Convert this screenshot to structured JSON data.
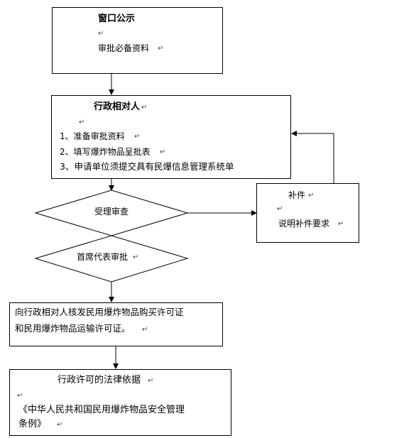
{
  "box_window": {
    "title": "窗口公示",
    "line1": "审批必备资料"
  },
  "box_applicant": {
    "title": "行政相对人",
    "items": [
      "1、准备审批资料",
      "2、填写爆炸物品呈批表",
      "3、申请单位须提交具有民爆信息管理系统单"
    ]
  },
  "box_supplement": {
    "title": "补件",
    "line1": "说明补件要求"
  },
  "diamond_accept": "受理审查",
  "diamond_approve": "首席代表审批",
  "box_issue": {
    "line1": "向行政相对人核发民用爆炸物品购买许可证",
    "line2": "和民用爆炸物品运输许可证。"
  },
  "box_legal": {
    "title": "行政许可的法律依据",
    "line1": "《中华人民共和国民用爆炸物品安全管理",
    "line2": "条例》"
  },
  "para_mark": "↵"
}
